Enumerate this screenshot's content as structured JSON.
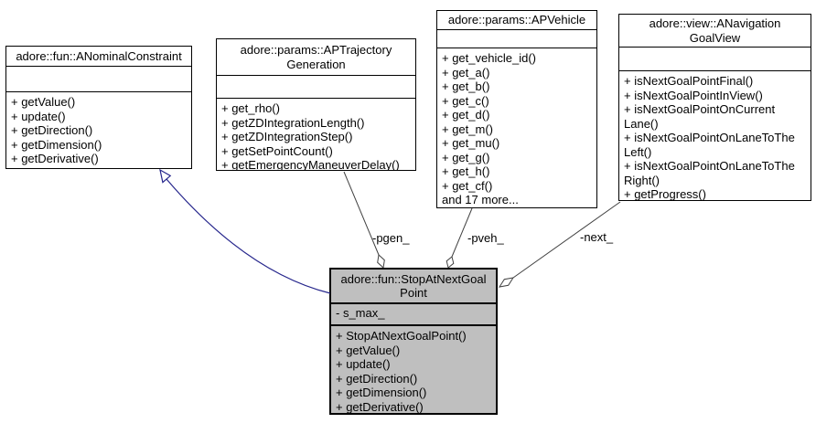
{
  "classes": [
    {
      "name": "adore::fun::ANominalConstraint",
      "title": "adore::fun::ANominalConstraint",
      "attributes": [],
      "methods": [
        "+ getValue()",
        "+ update()",
        "+ getDirection()",
        "+ getDimension()",
        "+ getDerivative()"
      ]
    },
    {
      "name": "adore::params::APTrajectoryGeneration",
      "title": "adore::params::APTrajectory\nGeneration",
      "attributes": [],
      "methods": [
        "+ get_rho()",
        "+ getZDIntegrationLength()",
        "+ getZDIntegrationStep()",
        "+ getSetPointCount()",
        "+ getEmergencyManeuverDelay()"
      ]
    },
    {
      "name": "adore::params::APVehicle",
      "title": "adore::params::APVehicle",
      "attributes": [],
      "methods": [
        "+ get_vehicle_id()",
        "+ get_a()",
        "+ get_b()",
        "+ get_c()",
        "+ get_d()",
        "+ get_m()",
        "+ get_mu()",
        "+ get_g()",
        "+ get_h()",
        "+ get_cf()",
        "and 17 more..."
      ]
    },
    {
      "name": "adore::view::ANavigationGoalView",
      "title": "adore::view::ANavigation\nGoalView",
      "attributes": [],
      "methods": [
        "+ isNextGoalPointFinal()",
        "+ isNextGoalPointInView()",
        "+ isNextGoalPointOnCurrent\nLane()",
        "+ isNextGoalPointOnLaneToThe\nLeft()",
        "+ isNextGoalPointOnLaneToThe\nRight()",
        "+ getProgress()"
      ]
    },
    {
      "name": "adore::fun::StopAtNextGoalPoint",
      "title": "adore::fun::StopAtNextGoal\nPoint",
      "attributes": [
        "- s_max_"
      ],
      "methods": [
        "+ StopAtNextGoalPoint()",
        "+ getValue()",
        "+ update()",
        "+ getDirection()",
        "+ getDimension()",
        "+ getDerivative()"
      ]
    }
  ],
  "edges": [
    {
      "type": "inheritance",
      "from": "adore::fun::StopAtNextGoalPoint",
      "to": "adore::fun::ANominalConstraint",
      "label": ""
    },
    {
      "type": "aggregation",
      "from": "adore::fun::StopAtNextGoalPoint",
      "to": "adore::params::APTrajectoryGeneration",
      "label": "-pgen_"
    },
    {
      "type": "aggregation",
      "from": "adore::fun::StopAtNextGoalPoint",
      "to": "adore::params::APVehicle",
      "label": "-pveh_"
    },
    {
      "type": "aggregation",
      "from": "adore::fun::StopAtNextGoalPoint",
      "to": "adore::view::ANavigationGoalView",
      "label": "-next_"
    }
  ],
  "colors": {
    "highlight_fill": "#bfbfbf",
    "box_fill": "#ffffff",
    "border": "#000000",
    "edge": "#404040",
    "inheritance_edge": "#26268c"
  }
}
